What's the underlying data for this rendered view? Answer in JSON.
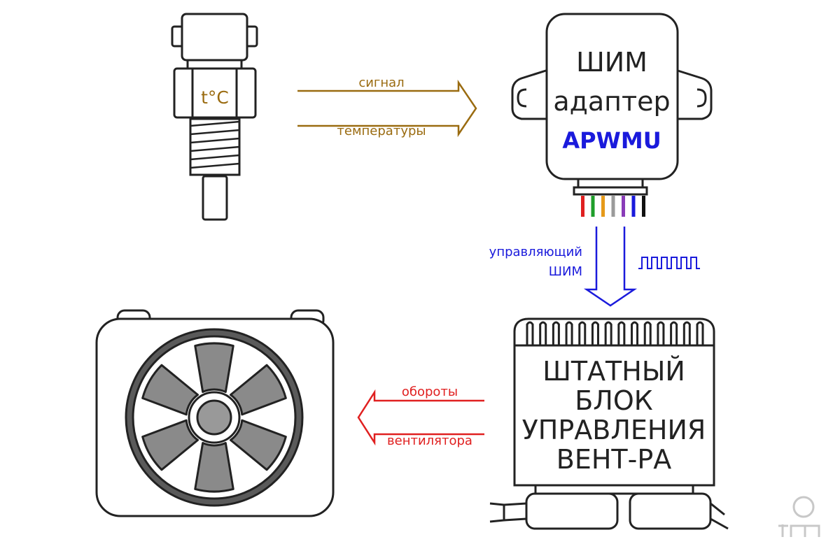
{
  "sensor": {
    "label": "t°C"
  },
  "signal_arrow": {
    "line1": "сигнал",
    "line2": "температуры",
    "color": "#9a6b10"
  },
  "adapter": {
    "line1": "ШИМ",
    "line2": "адаптер",
    "model": "APWMU",
    "model_color": "#1a1adc",
    "wire_colors": [
      "#e02020",
      "#1f9e2a",
      "#e69a1a",
      "#9a9a9a",
      "#8a3cb8",
      "#1a1adc",
      "#111111"
    ]
  },
  "pwm_arrow": {
    "line1": "управляющий",
    "line2": "ШИМ",
    "color": "#1a1adc"
  },
  "control_unit": {
    "line1": "ШТАТНЫЙ",
    "line2": "БЛОК",
    "line3": "УПРАВЛЕНИЯ",
    "line4": "ВЕНТ-РА"
  },
  "fan_arrow": {
    "line1": "обороты",
    "line2": "вентилятора",
    "color": "#e02020"
  },
  "fan": {
    "blade_count": 6
  },
  "watermark": {
    "icon": "tm-logo-icon"
  }
}
